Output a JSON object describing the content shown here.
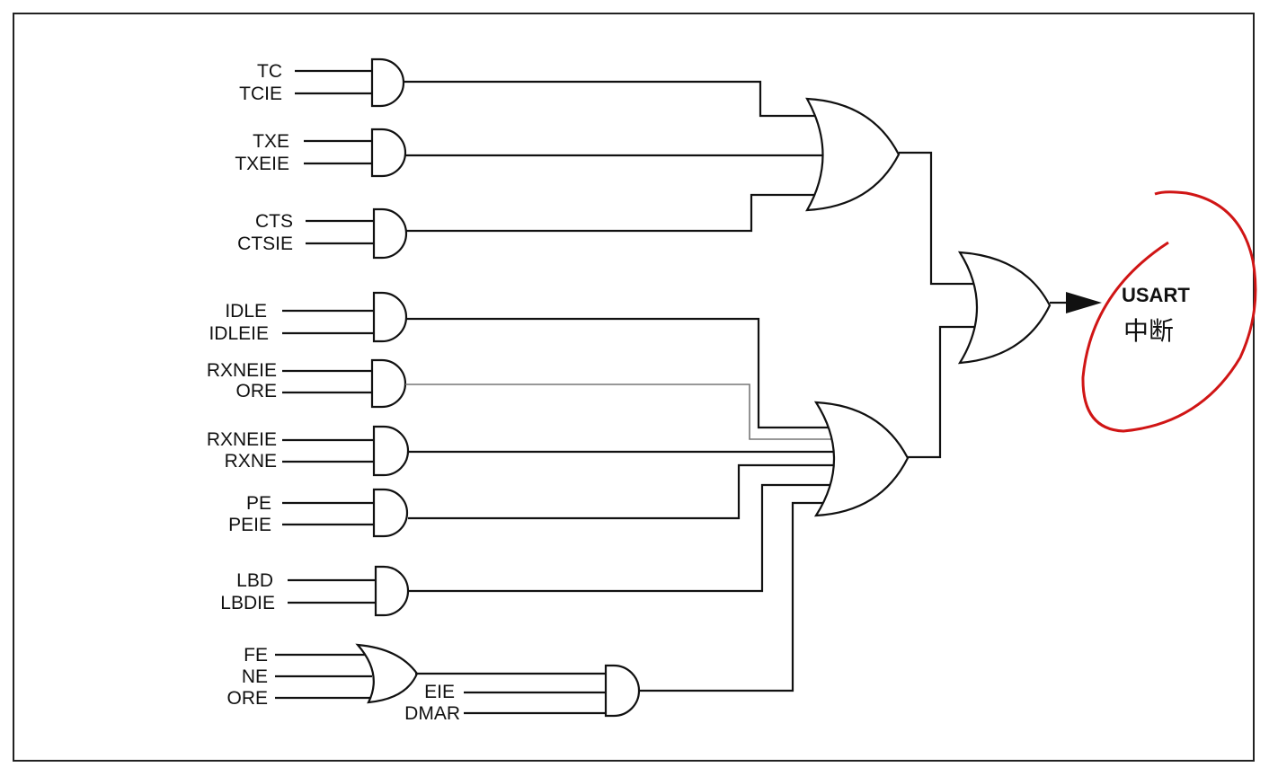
{
  "diagram": {
    "and_gates": [
      {
        "inputs": [
          "TC",
          "TCIE"
        ]
      },
      {
        "inputs": [
          "TXE",
          "TXEIE"
        ]
      },
      {
        "inputs": [
          "CTS",
          "CTSIE"
        ]
      },
      {
        "inputs": [
          "IDLE",
          "IDLEIE"
        ]
      },
      {
        "inputs": [
          "RXNEIE",
          "ORE"
        ]
      },
      {
        "inputs": [
          "RXNEIE",
          "RXNE"
        ]
      },
      {
        "inputs": [
          "PE",
          "PEIE"
        ]
      },
      {
        "inputs": [
          "LBD",
          "LBDIE"
        ]
      }
    ],
    "error_or_inputs": [
      "FE",
      "NE",
      "ORE"
    ],
    "error_and_inputs": [
      "EIE",
      "DMAR"
    ],
    "output": {
      "line1": "USART",
      "line2": "中断"
    },
    "annotation_color": "#d01515"
  }
}
